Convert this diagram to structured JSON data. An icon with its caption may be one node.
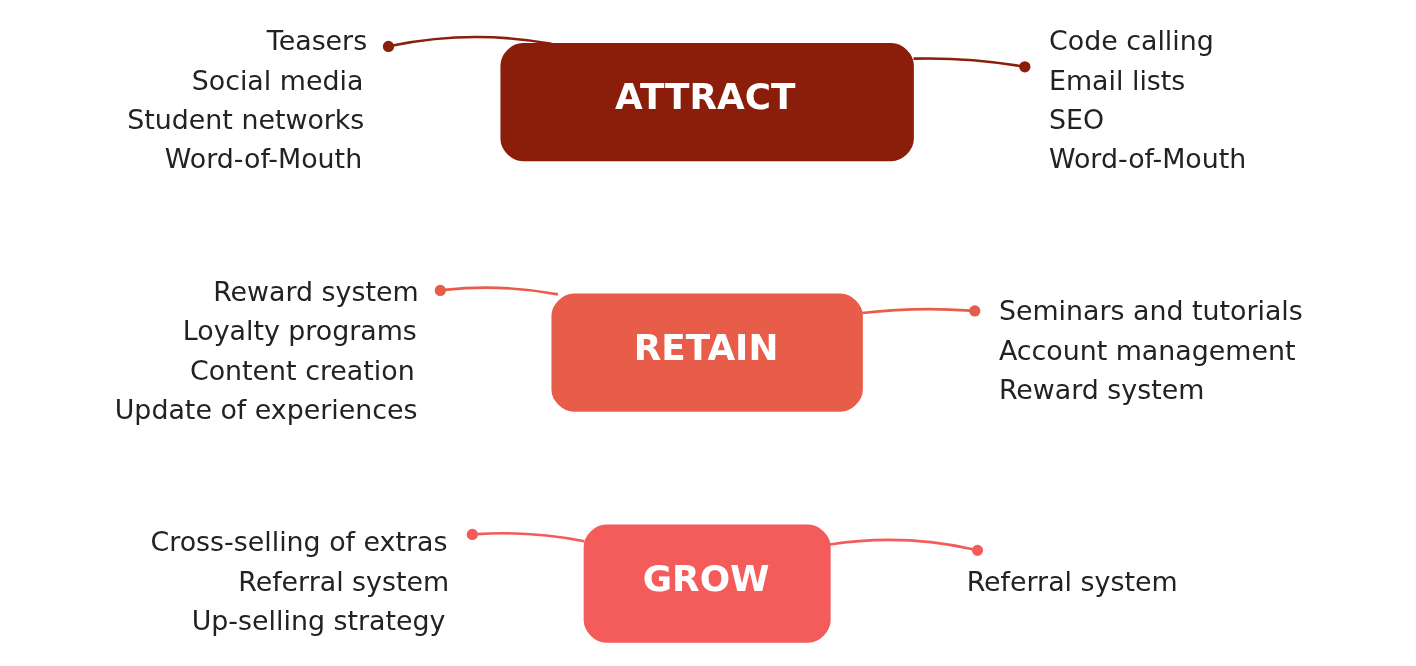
{
  "diagram": {
    "nodes": [
      {
        "text": [
          "Teasers",
          "Social media",
          "Student networks",
          "Word-of-Mouth"
        ]
      },
      {
        "text": [
          "ATTRACT"
        ]
      },
      {
        "text": [
          "Code calling",
          "Email lists",
          "SEO",
          "Word-of-Mouth"
        ]
      },
      {
        "text": [
          "Reward system",
          "Loyalty programs",
          "Content creation",
          "Update of experiences"
        ]
      },
      {
        "text": [
          "RETAIN"
        ]
      },
      {
        "text": [
          "Seminars and tutorials",
          "Account management",
          "Reward system"
        ]
      },
      {
        "text": [
          "Cross-selling of extras",
          "Referral system",
          "Up-selling strategy"
        ]
      },
      {
        "text": [
          "GROW"
        ]
      },
      {
        "text": [
          "Referral system"
        ]
      }
    ],
    "edges": [
      {
        "from": 0,
        "to": 1,
        "arrow": "other",
        "color": "#8b1e0a"
      },
      {
        "from": 2,
        "to": 1,
        "arrow": "other",
        "color": "#8b1e0a"
      },
      {
        "from": 3,
        "to": 4,
        "arrow": "other",
        "color": "#e85c4a"
      },
      {
        "from": 5,
        "to": 4,
        "arrow": "other",
        "color": "#e85c4a"
      },
      {
        "from": 6,
        "to": 7,
        "arrow": "other",
        "color": "#f45b5b"
      },
      {
        "from": 8,
        "to": 7,
        "arrow": "other",
        "color": "#f45b5b"
      }
    ]
  }
}
